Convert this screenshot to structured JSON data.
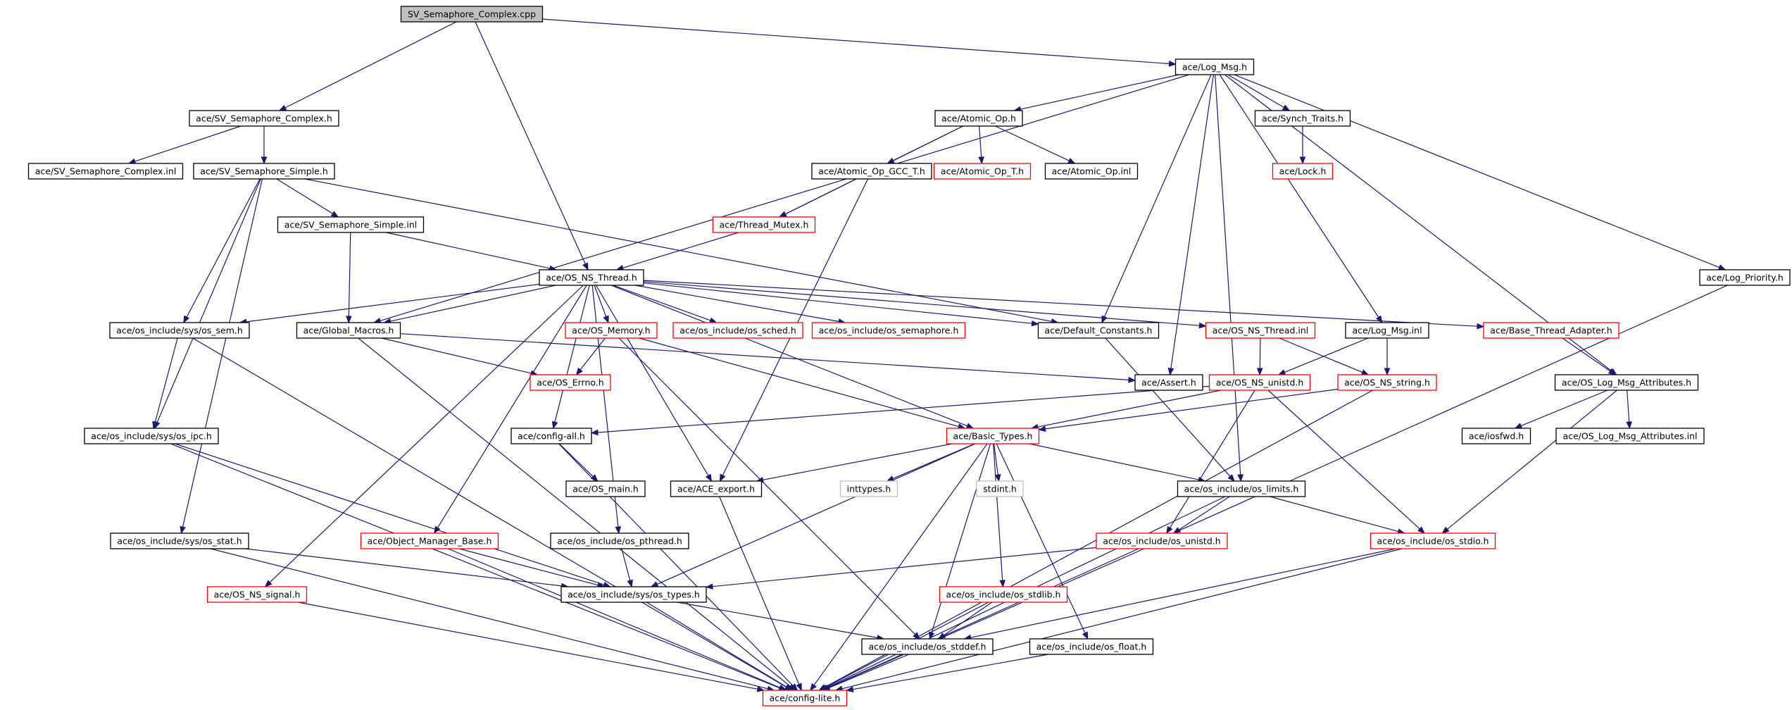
{
  "graph": {
    "nodes": [
      {
        "id": "root",
        "label": "SV_Semaphore_Complex.cpp",
        "border": "root"
      },
      {
        "id": "log_msg_h",
        "label": "ace/Log_Msg.h",
        "border": "black"
      },
      {
        "id": "sv_complex_h",
        "label": "ace/SV_Semaphore_Complex.h",
        "border": "black"
      },
      {
        "id": "atomic_op_h",
        "label": "ace/Atomic_Op.h",
        "border": "black"
      },
      {
        "id": "synch_traits_h",
        "label": "ace/Synch_Traits.h",
        "border": "black"
      },
      {
        "id": "sv_complex_inl",
        "label": "ace/SV_Semaphore_Complex.inl",
        "border": "black"
      },
      {
        "id": "sv_simple_h",
        "label": "ace/SV_Semaphore_Simple.h",
        "border": "black"
      },
      {
        "id": "atomic_gcc_h",
        "label": "ace/Atomic_Op_GCC_T.h",
        "border": "black"
      },
      {
        "id": "atomic_t_h",
        "label": "ace/Atomic_Op_T.h",
        "border": "red"
      },
      {
        "id": "atomic_inl",
        "label": "ace/Atomic_Op.inl",
        "border": "black"
      },
      {
        "id": "lock_h",
        "label": "ace/Lock.h",
        "border": "red"
      },
      {
        "id": "sv_simple_inl",
        "label": "ace/SV_Semaphore_Simple.inl",
        "border": "black"
      },
      {
        "id": "thread_mutex_h",
        "label": "ace/Thread_Mutex.h",
        "border": "red"
      },
      {
        "id": "os_ns_thread_h",
        "label": "ace/OS_NS_Thread.h",
        "border": "black"
      },
      {
        "id": "log_priority_h",
        "label": "ace/Log_Priority.h",
        "border": "black"
      },
      {
        "id": "os_sem_h",
        "label": "ace/os_include/sys/os_sem.h",
        "border": "black"
      },
      {
        "id": "global_macros_h",
        "label": "ace/Global_Macros.h",
        "border": "black"
      },
      {
        "id": "os_memory_h",
        "label": "ace/OS_Memory.h",
        "border": "red"
      },
      {
        "id": "os_sched_h",
        "label": "ace/os_include/os_sched.h",
        "border": "red"
      },
      {
        "id": "os_semaphore_h",
        "label": "ace/os_include/os_semaphore.h",
        "border": "red"
      },
      {
        "id": "default_constants_h",
        "label": "ace/Default_Constants.h",
        "border": "black"
      },
      {
        "id": "os_ns_thread_inl",
        "label": "ace/OS_NS_Thread.inl",
        "border": "red"
      },
      {
        "id": "log_msg_inl",
        "label": "ace/Log_Msg.inl",
        "border": "black"
      },
      {
        "id": "base_thread_adapter_h",
        "label": "ace/Base_Thread_Adapter.h",
        "border": "red"
      },
      {
        "id": "os_errno_h",
        "label": "ace/OS_Errno.h",
        "border": "red"
      },
      {
        "id": "assert_h",
        "label": "ace/Assert.h",
        "border": "black"
      },
      {
        "id": "os_ns_unistd_h",
        "label": "ace/OS_NS_unistd.h",
        "border": "red"
      },
      {
        "id": "os_ns_string_h",
        "label": "ace/OS_NS_string.h",
        "border": "red"
      },
      {
        "id": "os_log_msg_attr_h",
        "label": "ace/OS_Log_Msg_Attributes.h",
        "border": "black"
      },
      {
        "id": "os_ipc_h",
        "label": "ace/os_include/sys/os_ipc.h",
        "border": "black"
      },
      {
        "id": "config_all_h",
        "label": "ace/config-all.h",
        "border": "black"
      },
      {
        "id": "basic_types_h",
        "label": "ace/Basic_Types.h",
        "border": "red"
      },
      {
        "id": "iosfwd_h",
        "label": "ace/iosfwd.h",
        "border": "black"
      },
      {
        "id": "os_log_msg_attr_inl",
        "label": "ace/OS_Log_Msg_Attributes.inl",
        "border": "black"
      },
      {
        "id": "os_main_h",
        "label": "ace/OS_main.h",
        "border": "black"
      },
      {
        "id": "ace_export_h",
        "label": "ace/ACE_export.h",
        "border": "black"
      },
      {
        "id": "inttypes_h",
        "label": "inttypes.h",
        "border": "gray"
      },
      {
        "id": "stdint_h",
        "label": "stdint.h",
        "border": "gray"
      },
      {
        "id": "os_limits_h",
        "label": "ace/os_include/os_limits.h",
        "border": "black"
      },
      {
        "id": "os_stat_h",
        "label": "ace/os_include/sys/os_stat.h",
        "border": "black"
      },
      {
        "id": "object_manager_base_h",
        "label": "ace/Object_Manager_Base.h",
        "border": "red"
      },
      {
        "id": "os_pthread_h",
        "label": "ace/os_include/os_pthread.h",
        "border": "black"
      },
      {
        "id": "os_unistd_h",
        "label": "ace/os_include/os_unistd.h",
        "border": "red"
      },
      {
        "id": "os_stdio_h",
        "label": "ace/os_include/os_stdio.h",
        "border": "red"
      },
      {
        "id": "os_ns_signal_h",
        "label": "ace/OS_NS_signal.h",
        "border": "red"
      },
      {
        "id": "os_types_h",
        "label": "ace/os_include/sys/os_types.h",
        "border": "black"
      },
      {
        "id": "os_stdlib_h",
        "label": "ace/os_include/os_stdlib.h",
        "border": "red"
      },
      {
        "id": "os_stddef_h",
        "label": "ace/os_include/os_stddef.h",
        "border": "black"
      },
      {
        "id": "os_float_h",
        "label": "ace/os_include/os_float.h",
        "border": "black"
      },
      {
        "id": "config_lite_h",
        "label": "ace/config-lite.h",
        "border": "red"
      }
    ],
    "edges": [
      [
        "root",
        "log_msg_h"
      ],
      [
        "root",
        "sv_complex_h"
      ],
      [
        "root",
        "os_ns_thread_h"
      ],
      [
        "log_msg_h",
        "atomic_op_h"
      ],
      [
        "log_msg_h",
        "synch_traits_h"
      ],
      [
        "log_msg_h",
        "global_macros_h"
      ],
      [
        "log_msg_h",
        "default_constants_h"
      ],
      [
        "log_msg_h",
        "assert_h"
      ],
      [
        "log_msg_h",
        "log_msg_inl"
      ],
      [
        "log_msg_h",
        "os_log_msg_attr_h"
      ],
      [
        "log_msg_h",
        "log_priority_h"
      ],
      [
        "log_msg_h",
        "os_limits_h"
      ],
      [
        "sv_complex_h",
        "sv_complex_inl"
      ],
      [
        "sv_complex_h",
        "sv_simple_h"
      ],
      [
        "atomic_op_h",
        "atomic_gcc_h"
      ],
      [
        "atomic_op_h",
        "atomic_t_h"
      ],
      [
        "atomic_op_h",
        "atomic_inl"
      ],
      [
        "atomic_op_h",
        "thread_mutex_h"
      ],
      [
        "synch_traits_h",
        "lock_h"
      ],
      [
        "sv_simple_h",
        "sv_simple_inl"
      ],
      [
        "sv_simple_h",
        "os_sem_h"
      ],
      [
        "sv_simple_h",
        "os_ipc_h"
      ],
      [
        "sv_simple_h",
        "os_stat_h"
      ],
      [
        "sv_simple_h",
        "default_constants_h"
      ],
      [
        "atomic_gcc_h",
        "thread_mutex_h"
      ],
      [
        "atomic_gcc_h",
        "ace_export_h"
      ],
      [
        "thread_mutex_h",
        "os_ns_thread_h"
      ],
      [
        "sv_simple_inl",
        "global_macros_h"
      ],
      [
        "sv_simple_inl",
        "os_ns_thread_h"
      ],
      [
        "os_ns_thread_h",
        "os_sem_h"
      ],
      [
        "os_ns_thread_h",
        "global_macros_h"
      ],
      [
        "os_ns_thread_h",
        "os_memory_h"
      ],
      [
        "os_ns_thread_h",
        "os_sched_h"
      ],
      [
        "os_ns_thread_h",
        "os_semaphore_h"
      ],
      [
        "os_ns_thread_h",
        "default_constants_h"
      ],
      [
        "os_ns_thread_h",
        "os_ns_thread_inl"
      ],
      [
        "os_ns_thread_h",
        "base_thread_adapter_h"
      ],
      [
        "os_ns_thread_h",
        "config_all_h"
      ],
      [
        "os_ns_thread_h",
        "ace_export_h"
      ],
      [
        "os_ns_thread_h",
        "basic_types_h"
      ],
      [
        "os_ns_thread_h",
        "os_ns_signal_h"
      ],
      [
        "os_ns_thread_h",
        "object_manager_base_h"
      ],
      [
        "os_ns_thread_h",
        "os_pthread_h"
      ],
      [
        "log_priority_h",
        "config_lite_h"
      ],
      [
        "os_sem_h",
        "os_ipc_h"
      ],
      [
        "os_sem_h",
        "config_lite_h"
      ],
      [
        "global_macros_h",
        "os_errno_h"
      ],
      [
        "global_macros_h",
        "assert_h"
      ],
      [
        "global_macros_h",
        "config_lite_h"
      ],
      [
        "os_memory_h",
        "os_errno_h"
      ],
      [
        "os_memory_h",
        "basic_types_h"
      ],
      [
        "os_memory_h",
        "os_stddef_h"
      ],
      [
        "default_constants_h",
        "os_limits_h"
      ],
      [
        "os_ns_thread_inl",
        "os_ns_unistd_h"
      ],
      [
        "os_ns_thread_inl",
        "os_ns_string_h"
      ],
      [
        "log_msg_inl",
        "os_ns_unistd_h"
      ],
      [
        "log_msg_inl",
        "os_ns_string_h"
      ],
      [
        "base_thread_adapter_h",
        "os_log_msg_attr_h"
      ],
      [
        "os_ns_unistd_h",
        "basic_types_h"
      ],
      [
        "os_ns_unistd_h",
        "config_all_h"
      ],
      [
        "os_ns_unistd_h",
        "os_unistd_h"
      ],
      [
        "os_ns_unistd_h",
        "os_stdio_h"
      ],
      [
        "os_ns_string_h",
        "basic_types_h"
      ],
      [
        "os_ns_string_h",
        "config_lite_h"
      ],
      [
        "os_log_msg_attr_h",
        "iosfwd_h"
      ],
      [
        "os_log_msg_attr_h",
        "os_log_msg_attr_inl"
      ],
      [
        "os_log_msg_attr_h",
        "os_stdio_h"
      ],
      [
        "os_ipc_h",
        "os_types_h"
      ],
      [
        "os_ipc_h",
        "config_lite_h"
      ],
      [
        "config_all_h",
        "os_main_h"
      ],
      [
        "config_all_h",
        "config_lite_h"
      ],
      [
        "basic_types_h",
        "ace_export_h"
      ],
      [
        "basic_types_h",
        "inttypes_h"
      ],
      [
        "basic_types_h",
        "stdint_h"
      ],
      [
        "basic_types_h",
        "os_limits_h"
      ],
      [
        "basic_types_h",
        "os_types_h"
      ],
      [
        "basic_types_h",
        "os_stdlib_h"
      ],
      [
        "basic_types_h",
        "os_stddef_h"
      ],
      [
        "basic_types_h",
        "os_float_h"
      ],
      [
        "basic_types_h",
        "config_lite_h"
      ],
      [
        "ace_export_h",
        "config_lite_h"
      ],
      [
        "os_limits_h",
        "os_unistd_h"
      ],
      [
        "os_limits_h",
        "os_stdio_h"
      ],
      [
        "os_limits_h",
        "config_lite_h"
      ],
      [
        "os_stat_h",
        "os_types_h"
      ],
      [
        "os_stat_h",
        "config_lite_h"
      ],
      [
        "object_manager_base_h",
        "os_types_h"
      ],
      [
        "object_manager_base_h",
        "config_lite_h"
      ],
      [
        "os_pthread_h",
        "os_types_h"
      ],
      [
        "os_unistd_h",
        "os_types_h"
      ],
      [
        "os_unistd_h",
        "config_lite_h"
      ],
      [
        "os_stdio_h",
        "os_stddef_h"
      ],
      [
        "os_stdio_h",
        "config_lite_h"
      ],
      [
        "os_ns_signal_h",
        "config_lite_h"
      ],
      [
        "os_types_h",
        "os_stddef_h"
      ],
      [
        "os_types_h",
        "config_lite_h"
      ],
      [
        "os_stdlib_h",
        "os_stddef_h"
      ],
      [
        "os_stdlib_h",
        "config_lite_h"
      ],
      [
        "os_stddef_h",
        "config_lite_h"
      ],
      [
        "os_float_h",
        "config_lite_h"
      ]
    ]
  }
}
